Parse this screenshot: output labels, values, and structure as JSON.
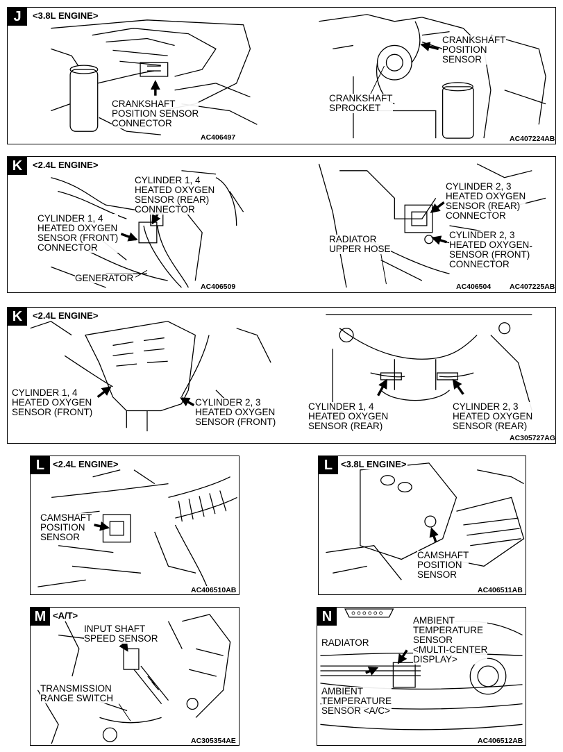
{
  "panels": [
    {
      "letter": "J",
      "engine": "<3.8L ENGINE>",
      "labels": [
        [
          "CRANKSHAFT",
          "POSITION SENSOR",
          "CONNECTOR"
        ]
      ],
      "code": "AC406497"
    },
    {
      "labels": [
        [
          "CRANKSHAFT",
          "POSITION",
          "SENSOR"
        ],
        [
          "CRANKSHAFT",
          "SPROCKET"
        ]
      ],
      "code": "AC407224AB"
    },
    {
      "letter": "K",
      "engine": "<2.4L ENGINE>",
      "labels": [
        [
          "CYLINDER 1, 4",
          "HEATED OXYGEN",
          "SENSOR (REAR)",
          "CONNECTOR"
        ],
        [
          "CYLINDER 1, 4",
          "HEATED OXYGEN",
          "SENSOR (FRONT)",
          "CONNECTOR"
        ],
        [
          "GENERATOR"
        ]
      ],
      "code": "AC406509"
    },
    {
      "labels": [
        [
          "CYLINDER 2, 3",
          "HEATED OXYGEN",
          "SENSOR (REAR)",
          "CONNECTOR"
        ],
        [
          "RADIATOR",
          "UPPER HOSE"
        ],
        [
          "CYLINDER 2, 3",
          "HEATED OXYGEN",
          "SENSOR (FRONT)",
          "CONNECTOR"
        ]
      ],
      "codes": [
        "AC406504",
        "AC407225AB"
      ]
    },
    {
      "letter": "K",
      "engine": "<2.4L ENGINE>",
      "labels": [
        [
          "CYLINDER 1, 4",
          "HEATED OXYGEN",
          "SENSOR (FRONT)"
        ],
        [
          "CYLINDER 2, 3",
          "HEATED OXYGEN",
          "SENSOR (FRONT)"
        ],
        [
          "CYLINDER 1, 4",
          "HEATED OXYGEN",
          "SENSOR (REAR)"
        ],
        [
          "CYLINDER 2, 3",
          "HEATED OXYGEN",
          "SENSOR (REAR)"
        ]
      ],
      "code": "AC305727AG"
    },
    {
      "letter": "L",
      "engine": "<2.4L ENGINE>",
      "labels": [
        [
          "CAMSHAFT",
          "POSITION",
          "SENSOR"
        ]
      ],
      "code": "AC406510AB"
    },
    {
      "letter": "L",
      "engine": "<3.8L ENGINE>",
      "labels": [
        [
          "CAMSHAFT",
          "POSITION",
          "SENSOR"
        ]
      ],
      "code": "AC406511AB"
    },
    {
      "letter": "M",
      "engine": "<A/T>",
      "labels": [
        [
          "INPUT SHAFT",
          "SPEED SENSOR"
        ],
        [
          "TRANSMISSION",
          "RANGE SWITCH"
        ]
      ],
      "code": "AC305354AE"
    },
    {
      "letter": "N",
      "labels": [
        [
          "AMBIENT",
          "TEMPERATURE",
          "SENSOR",
          "<MULTI-CENTER",
          "DISPLAY>"
        ],
        [
          "RADIATOR"
        ],
        [
          "AMBIENT",
          "TEMPERATURE",
          "SENSOR <A/C>"
        ]
      ],
      "code": "AC406512AB"
    }
  ]
}
